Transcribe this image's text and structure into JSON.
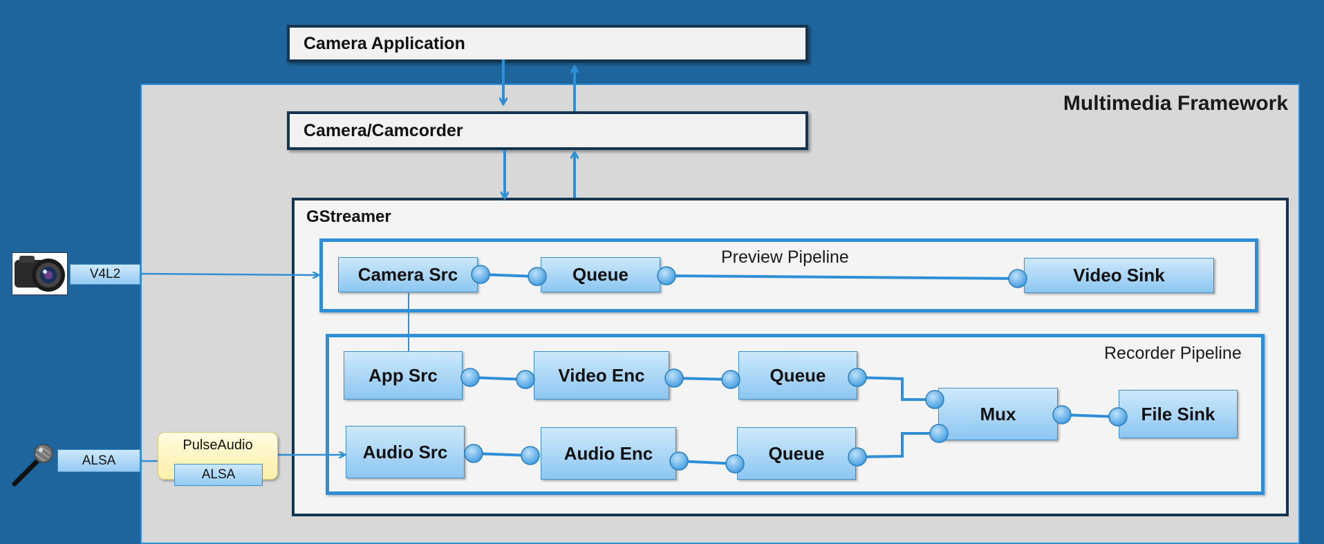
{
  "framework": {
    "title": "Multimedia Framework"
  },
  "app": {
    "camera_application": "Camera Application",
    "camcorder": "Camera/Camcorder"
  },
  "gstreamer": {
    "title": "GStreamer",
    "preview": {
      "label": "Preview Pipeline",
      "nodes": {
        "camera_src": "Camera Src",
        "queue": "Queue",
        "video_sink": "Video Sink"
      }
    },
    "recorder": {
      "label": "Recorder Pipeline",
      "nodes": {
        "app_src": "App Src",
        "video_enc": "Video Enc",
        "video_queue": "Queue",
        "audio_src": "Audio Src",
        "audio_enc": "Audio Enc",
        "audio_queue": "Queue",
        "mux": "Mux",
        "file_sink": "File Sink"
      }
    }
  },
  "inputs": {
    "v4l2": "V4L2",
    "alsa": "ALSA",
    "pulseaudio": {
      "title": "PulseAudio",
      "alsa": "ALSA"
    }
  },
  "icons": {
    "camera": "camera-lens-icon",
    "microphone": "microphone-icon"
  },
  "colors": {
    "background": "#1d659c",
    "accent": "#2f8fd6",
    "dark_border": "#14344f",
    "node_fill": "#9ccdf3",
    "pulseaudio_fill": "#fcf0a8"
  }
}
